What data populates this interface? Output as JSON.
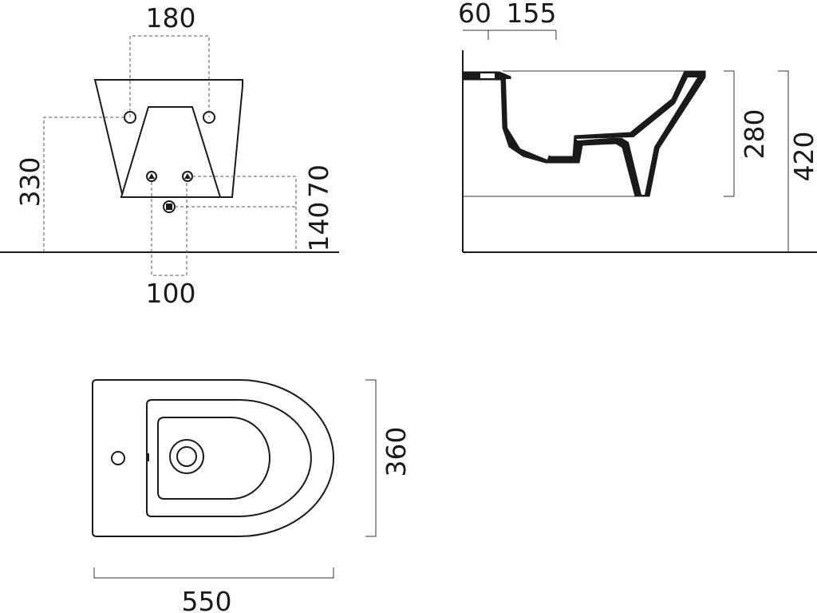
{
  "front_view": {
    "dims": {
      "fixing_distance": "180",
      "overall_height": "330",
      "upper_connection_height": "70",
      "lower_connection_height": "140",
      "connection_spacing": "100"
    }
  },
  "side_view": {
    "dims": {
      "rear_offset": "60",
      "hole_position": "155",
      "bowl_height": "280",
      "rim_height": "420"
    }
  },
  "top_view": {
    "dims": {
      "length": "550",
      "width": "360"
    }
  }
}
